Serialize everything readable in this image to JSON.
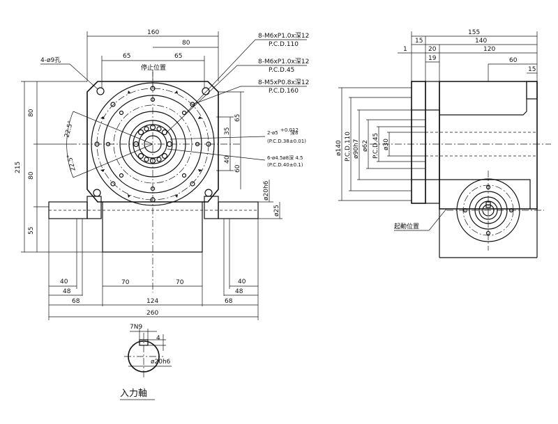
{
  "front_view": {
    "top_dims": {
      "overall_width": "160",
      "half_right": "80",
      "bolt_left": "65",
      "bolt_right": "65"
    },
    "corner_hole": "4-ø9孔",
    "stop_position": "停止位置",
    "callouts": {
      "tap1": "8-M6xP1.0x深12",
      "tap1_pcd": "P.C.D.110",
      "tap2": "8-M6xP1.0x深12",
      "tap2_pcd": "P.C.D.45",
      "tap3": "8-M5xP0.8x深12",
      "tap3_pcd": "P.C.D.160",
      "pin_holes": "2-ø5",
      "pin_tol": "+0.012",
      "pin_depth": "深8",
      "pin_pcd": "(P.C.D.38±0.01)",
      "cbore": "6-ø4.5ø8深 4.5",
      "cbore_pcd": "(P.C.D.40±0.1)"
    },
    "angles": {
      "a1": "22.5°",
      "a2": "22.5°"
    },
    "left_dims": {
      "overall_height": "215",
      "upper": "80",
      "middle": "80",
      "lower": "55"
    },
    "right_dims": {
      "d35": "35",
      "d65": "65",
      "d40": "40",
      "d60": "60",
      "shaft_dia": "ø20h6",
      "shaft_offset": "ø25"
    },
    "bottom_dims": {
      "b40l": "40",
      "b48l": "48",
      "b68l": "68",
      "b70l": "70",
      "b70r": "70",
      "b124": "124",
      "b40r": "40",
      "b48r": "48",
      "b68r": "68",
      "b260": "260"
    }
  },
  "side_view": {
    "top_dims": {
      "d155": "155",
      "d15": "15",
      "d140": "140",
      "d1": "1",
      "d20": "20",
      "d120": "120",
      "d19": "19",
      "d60": "60",
      "d15r": "15"
    },
    "dia_labels": {
      "d140": "ø140",
      "pcd110": "P.C.D.110",
      "d90": "ø90h7",
      "d62": "ø62",
      "pcd45": "P.C.D.45",
      "d30": "ø30"
    },
    "start_position": "起動位置"
  },
  "shaft_section": {
    "key_width": "7N9",
    "key_depth": "4",
    "dia": "ø20h6",
    "title": "入力軸"
  }
}
